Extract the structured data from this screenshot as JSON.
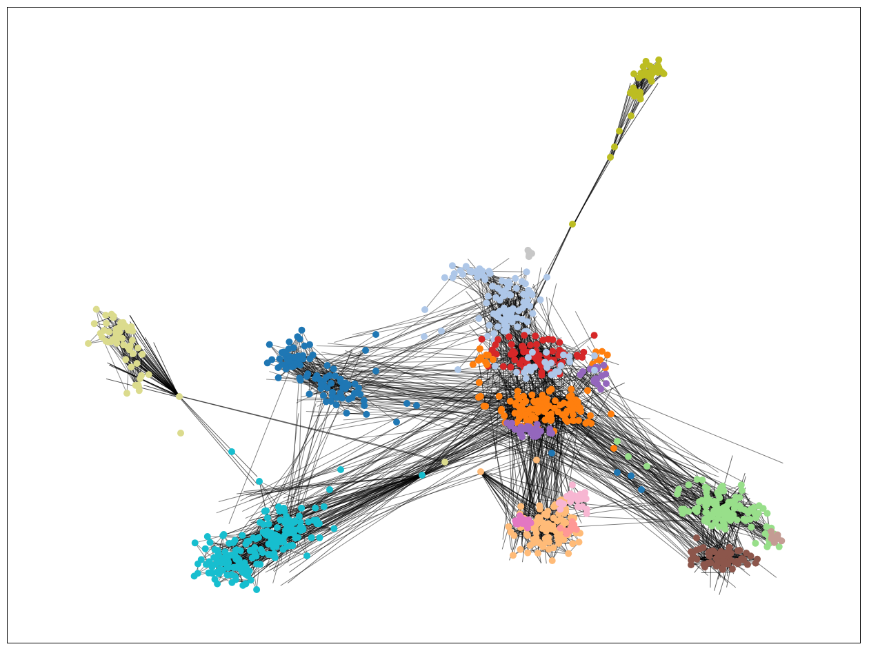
{
  "graph": {
    "communities": [
      {
        "id": "olive",
        "color": "#bcbd22"
      },
      {
        "id": "light-blue",
        "color": "#aec7e8"
      },
      {
        "id": "gray",
        "color": "#c7c7c7"
      },
      {
        "id": "khaki",
        "color": "#dbdb8d"
      },
      {
        "id": "blue",
        "color": "#1f77b4"
      },
      {
        "id": "red",
        "color": "#d62728"
      },
      {
        "id": "orange",
        "color": "#ff7f0e"
      },
      {
        "id": "purple",
        "color": "#9467bd"
      },
      {
        "id": "light-green",
        "color": "#98df8a"
      },
      {
        "id": "light-orange",
        "color": "#ffbb78"
      },
      {
        "id": "pink",
        "color": "#f7b6d2"
      },
      {
        "id": "magenta",
        "color": "#e377c2"
      },
      {
        "id": "salmon",
        "color": "#ff9896"
      },
      {
        "id": "brown",
        "color": "#8c564b"
      },
      {
        "id": "rosy-brown",
        "color": "#c49c94"
      },
      {
        "id": "cyan",
        "color": "#17becf"
      }
    ],
    "edge_color": "#000000",
    "axes_visible": false
  }
}
